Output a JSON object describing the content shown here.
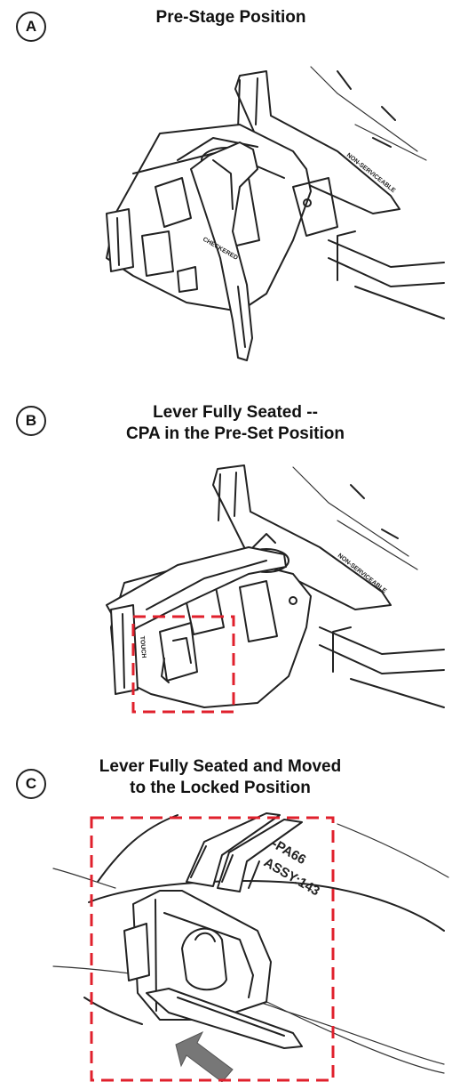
{
  "panels": [
    {
      "letter": "A",
      "title": "Pre-Stage Position"
    },
    {
      "letter": "B",
      "title": "Lever Fully Seated --\nCPA in the Pre-Set Position"
    },
    {
      "letter": "C",
      "title": "Lever Fully Seated and Moved\nto the Locked Position"
    }
  ],
  "part_marking": {
    "line1": "-PA66",
    "line2": "ASSY:143"
  },
  "colors": {
    "highlight_box": "#e0202c",
    "arrow": "#777777"
  },
  "icons": {
    "arrow": "push-arrow-icon"
  }
}
